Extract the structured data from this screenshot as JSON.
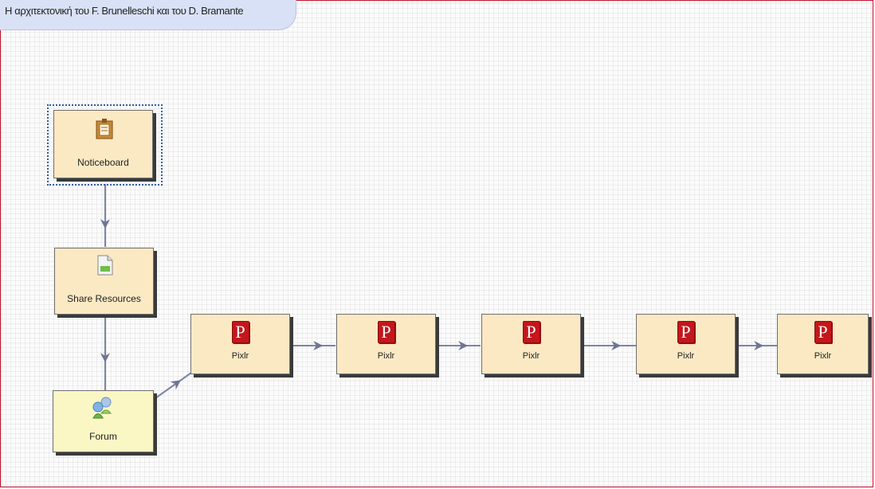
{
  "header": {
    "title": "Η αρχιτεκτονική του F. Brunelleschi και του D. Bramante"
  },
  "workflow": {
    "nodes": [
      {
        "id": "noticeboard",
        "label": "Noticeboard",
        "icon": "noticeboard-icon"
      },
      {
        "id": "share",
        "label": "Share Resources",
        "icon": "document-icon"
      },
      {
        "id": "forum",
        "label": "Forum",
        "icon": "forum-icon"
      },
      {
        "id": "pixlr1",
        "label": "Pixlr",
        "icon": "pixlr-icon",
        "glyph": "P"
      },
      {
        "id": "pixlr2",
        "label": "Pixlr",
        "icon": "pixlr-icon",
        "glyph": "P"
      },
      {
        "id": "pixlr3",
        "label": "Pixlr",
        "icon": "pixlr-icon",
        "glyph": "P"
      },
      {
        "id": "pixlr4",
        "label": "Pixlr",
        "icon": "pixlr-icon",
        "glyph": "P"
      },
      {
        "id": "pixlr5",
        "label": "Pixlr",
        "icon": "pixlr-icon",
        "glyph": "P"
      }
    ]
  },
  "colors": {
    "border": "#c8102e",
    "node_fill": "#fbe9c4",
    "forum_fill": "#fbf7c4",
    "connector": "#7d84a6",
    "selection": "#2f5fa8",
    "pixlr_red": "#c4161c"
  }
}
